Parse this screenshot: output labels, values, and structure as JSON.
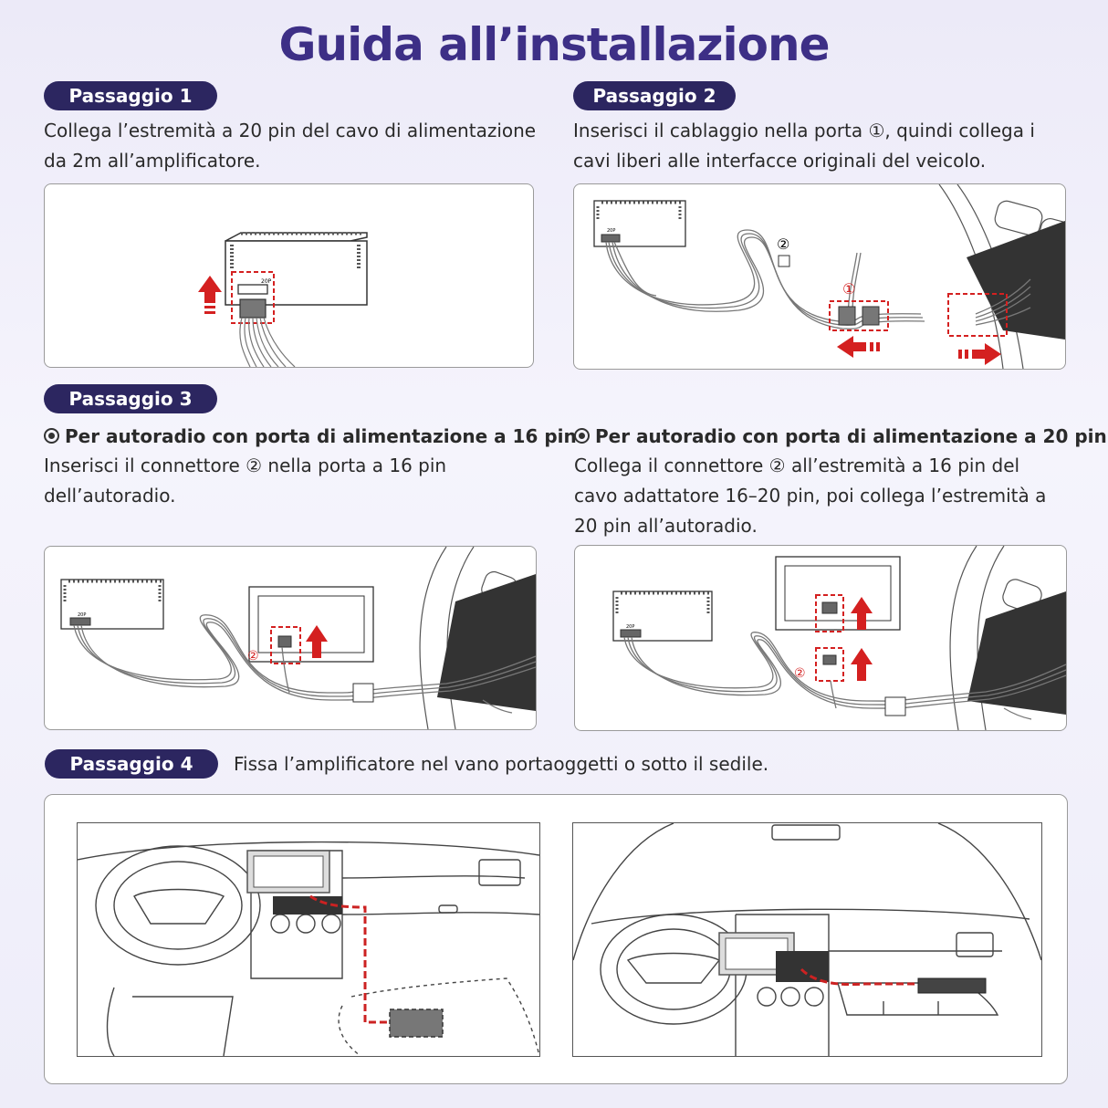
{
  "title": "Guida all’installazione",
  "step1": {
    "label": "Passaggio 1",
    "text": "Collega l’estremità a 20 pin del cavo di alimentazione da 2m all’amplificatore.",
    "diagram": {
      "amp_label": "20P"
    }
  },
  "step2": {
    "label": "Passaggio 2",
    "text": "Inserisci il cablaggio nella porta ①, quindi collega i cavi liberi alle interfacce originali del veicolo.",
    "diagram": {
      "amp_label": "20P",
      "marker1": "①",
      "marker2": "②"
    }
  },
  "step3": {
    "label": "Passaggio 3",
    "left": {
      "heading": "Per autoradio con porta di alimentazione a 16 pin",
      "text": "Inserisci il connettore ② nella porta a 16 pin dell’autoradio."
    },
    "right": {
      "heading": "Per autoradio con porta di alimentazione a 20 pin",
      "text": "Collega il connettore ② all’estremità a 16 pin del cavo adattatore 16–20 pin, poi collega l’estremità a 20 pin all’autoradio."
    },
    "diagram": {
      "amp_label": "20P",
      "marker2": "②"
    }
  },
  "step4": {
    "label": "Passaggio 4",
    "text": "Fissa l’amplificatore nel vano portaoggetti o sotto il sedile."
  },
  "colors": {
    "badge": "#2c2660",
    "title": "#3d2f86",
    "arrow": "#d42020",
    "cable": "#cc2222"
  }
}
